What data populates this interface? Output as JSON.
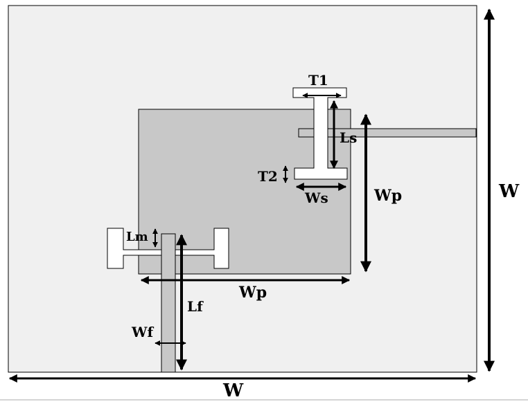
{
  "diagram": {
    "colors": {
      "substrate": "#f0f0f0",
      "patch": "#c8c8c8",
      "slot": "#ffffff",
      "feed": "#c8c8c8",
      "outline": "#000000",
      "arrow": "#000000",
      "bottom_line": "#d4d4d4"
    },
    "labels": {
      "w_right": "W",
      "w_bottom": "W",
      "wp_right": "Wp",
      "wp_bottom": "Wp",
      "ls": "Ls",
      "ws": "Ws",
      "t1": "T1",
      "t2": "T2",
      "lm": "Lm",
      "lf": "Lf",
      "wf": "Wf"
    }
  }
}
